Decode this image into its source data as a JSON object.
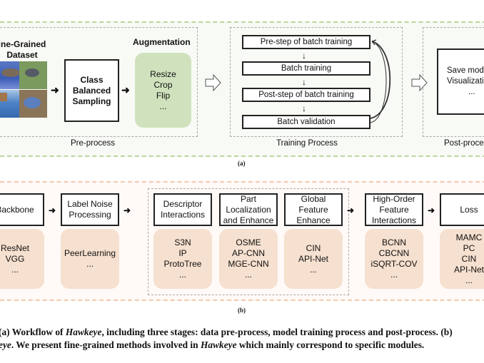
{
  "figure_a": {
    "preprocess": {
      "dataset_title": "Fine-Grained Dataset",
      "dataset_title_line1": "ine-Grained",
      "dataset_title_line2": "Dataset",
      "sampling_box": [
        "Class",
        "Balanced",
        "Sampling"
      ],
      "augmentation_title": "Augmentation",
      "augmentation_items": [
        "Resize",
        "Crop",
        "Flip",
        "..."
      ],
      "stage_label": "Pre-process"
    },
    "training": {
      "steps": [
        "Pre-step of batch training",
        "Batch training",
        "Post-step of batch training",
        "Batch validation"
      ],
      "stage_label": "Training Process"
    },
    "postprocess": {
      "items": [
        "Save mode",
        "Visualizatio",
        "..."
      ],
      "stage_label": "Post-proces"
    },
    "sublabel": "(a)"
  },
  "figure_b": {
    "modules": [
      {
        "title": [
          "Backbone"
        ],
        "methods": [
          "ResNet",
          "VGG",
          "..."
        ]
      },
      {
        "title": [
          "Label Noise",
          "Processing"
        ],
        "methods": [
          "PeerLearning",
          "..."
        ]
      },
      {
        "title": [
          "Descriptor",
          "Interactions"
        ],
        "methods": [
          "S3N",
          "IP",
          "ProtoTree",
          "..."
        ]
      },
      {
        "title": [
          "Part",
          "Localization",
          "and Enhance"
        ],
        "methods": [
          "OSME",
          "AP-CNN",
          "MGE-CNN",
          "..."
        ]
      },
      {
        "title": [
          "Global",
          "Feature",
          "Enhance"
        ],
        "methods": [
          "CIN",
          "API-Net",
          "..."
        ]
      },
      {
        "title": [
          "High-Order",
          "Feature",
          "Interactions"
        ],
        "methods": [
          "BCNN",
          "CBCNN",
          "iSQRT-COV",
          "..."
        ]
      },
      {
        "title": [
          "Loss"
        ],
        "methods": [
          "MAMC",
          "PC",
          "CIN",
          "API-Net",
          "..."
        ]
      }
    ],
    "sublabel": "(b)"
  },
  "caption": {
    "line1_pre": "(a) Workflow of ",
    "line1_em": "Hawkeye",
    "line1_post": ", including three stages: data pre-process, model training process and post-process. (b)",
    "line2_em1": "eye",
    "line2_mid": ". We present fine-grained methods involved in ",
    "line2_em2": "Hawkeye",
    "line2_post": " which mainly correspond to specific modules."
  },
  "colors": {
    "green_panel_border": "#b9d79c",
    "green_box": "#cfe2bd",
    "peach_panel_border": "#f3c9ad",
    "peach_box": "#f6e0cf"
  }
}
